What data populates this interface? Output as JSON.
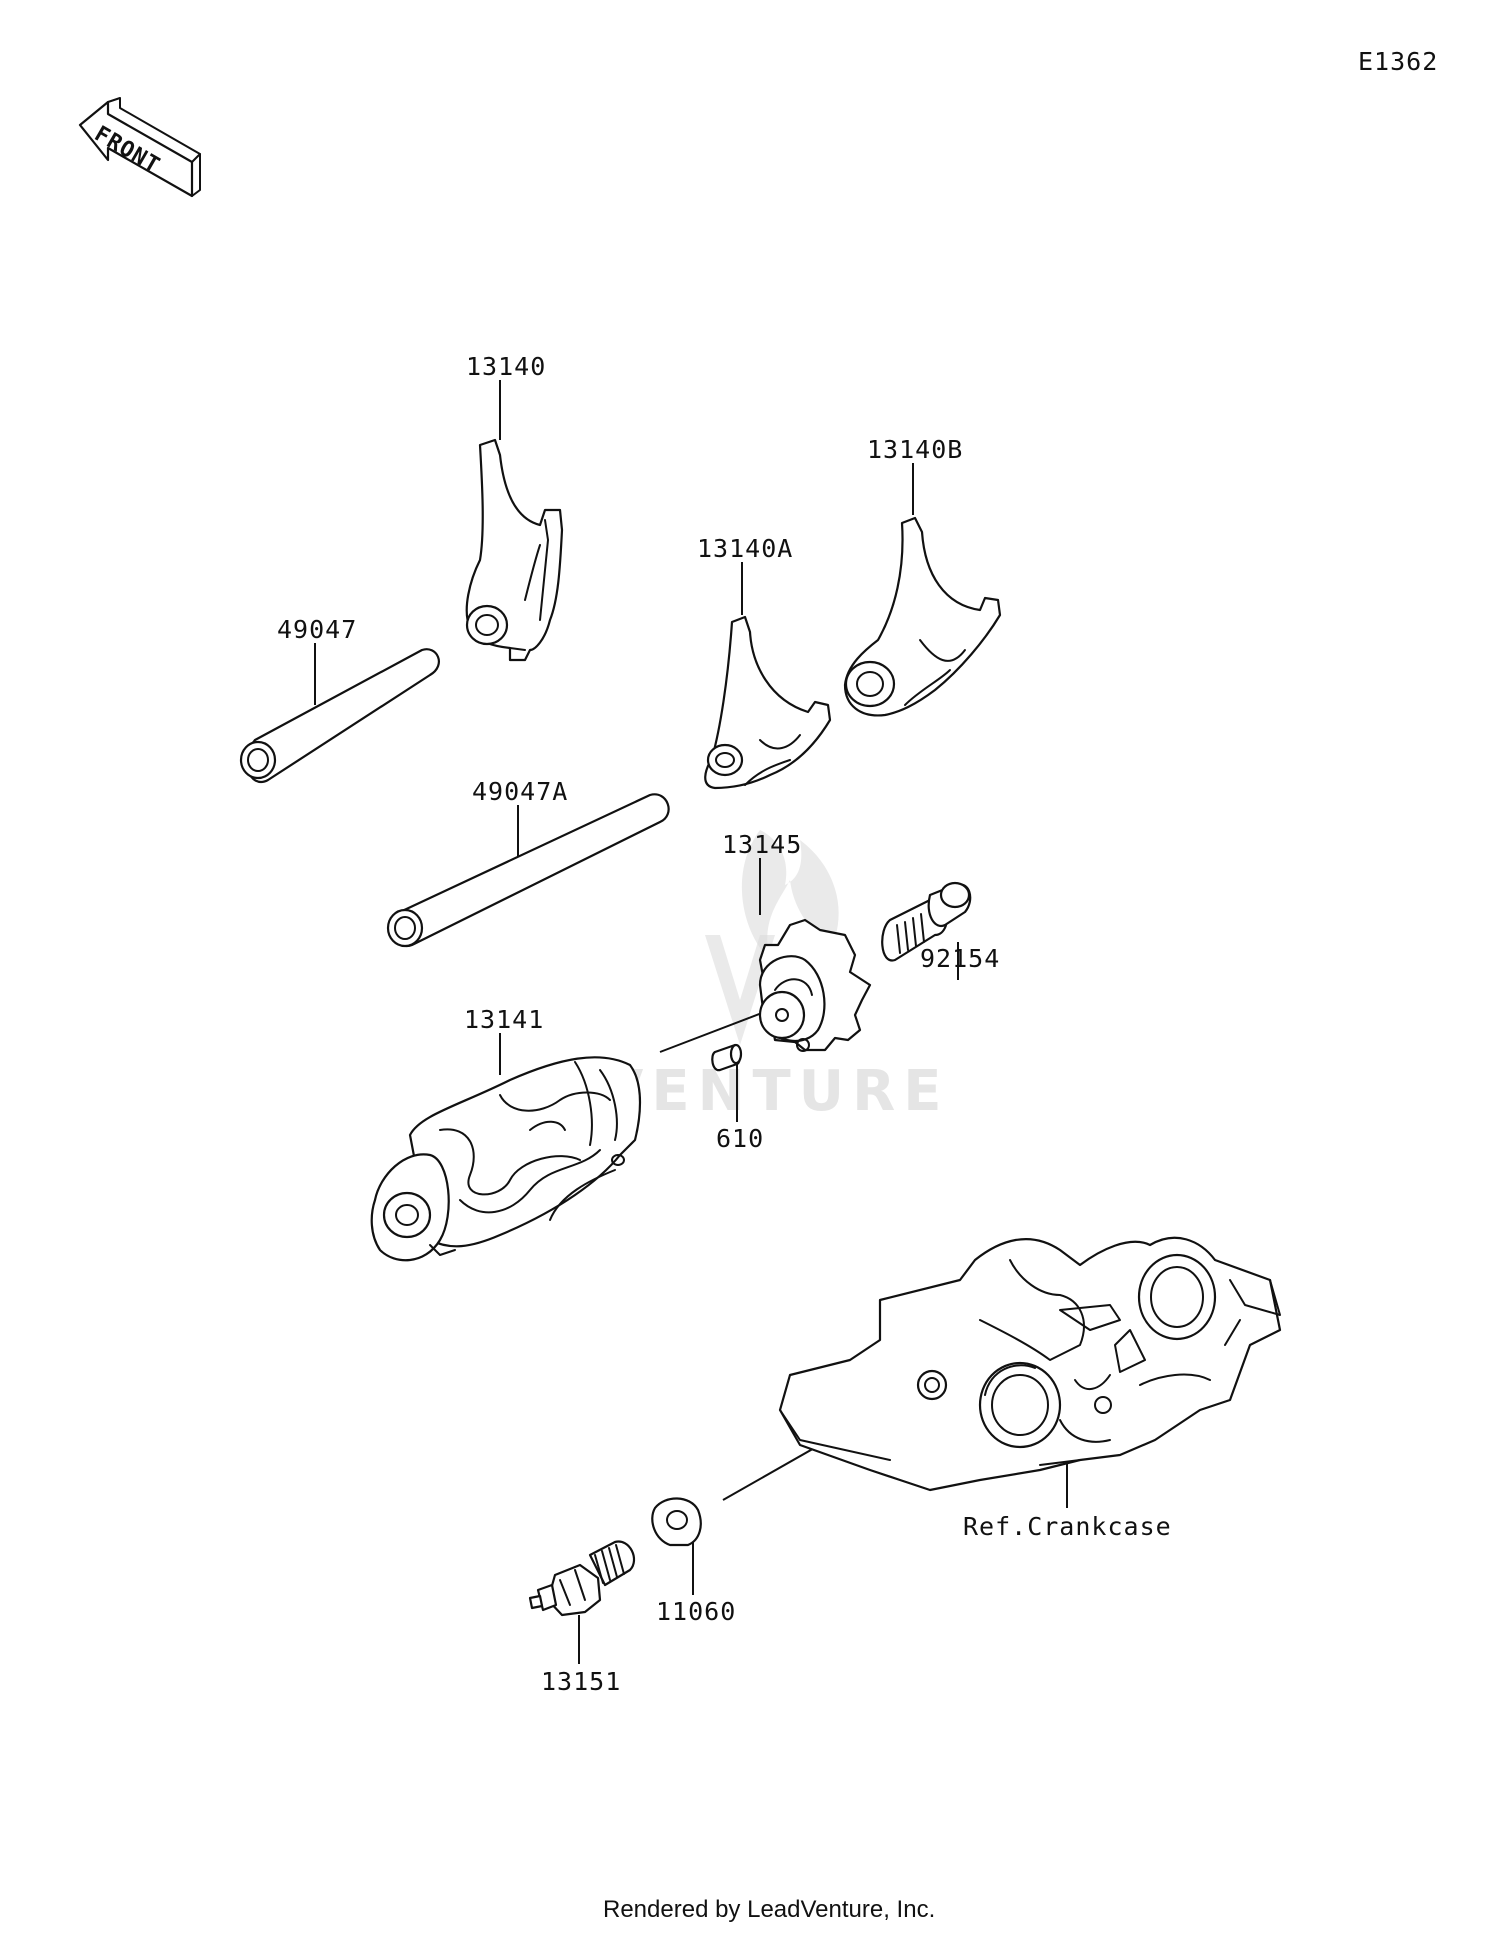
{
  "diagram_code": "E1362",
  "front_arrow_label": "FRONT",
  "watermark_text": "VENTURE",
  "footer": "Rendered by LeadVenture, Inc.",
  "parts": [
    {
      "id": "p13140",
      "number": "13140"
    },
    {
      "id": "p13140B",
      "number": "13140B"
    },
    {
      "id": "p13140A",
      "number": "13140A"
    },
    {
      "id": "p49047",
      "number": "49047"
    },
    {
      "id": "p49047A",
      "number": "49047A"
    },
    {
      "id": "p13145",
      "number": "13145"
    },
    {
      "id": "p92154",
      "number": "92154"
    },
    {
      "id": "p13141",
      "number": "13141"
    },
    {
      "id": "p610",
      "number": "610"
    },
    {
      "id": "pcrank",
      "number": "Ref.Crankcase"
    },
    {
      "id": "p11060",
      "number": "11060"
    },
    {
      "id": "p13151",
      "number": "13151"
    }
  ]
}
